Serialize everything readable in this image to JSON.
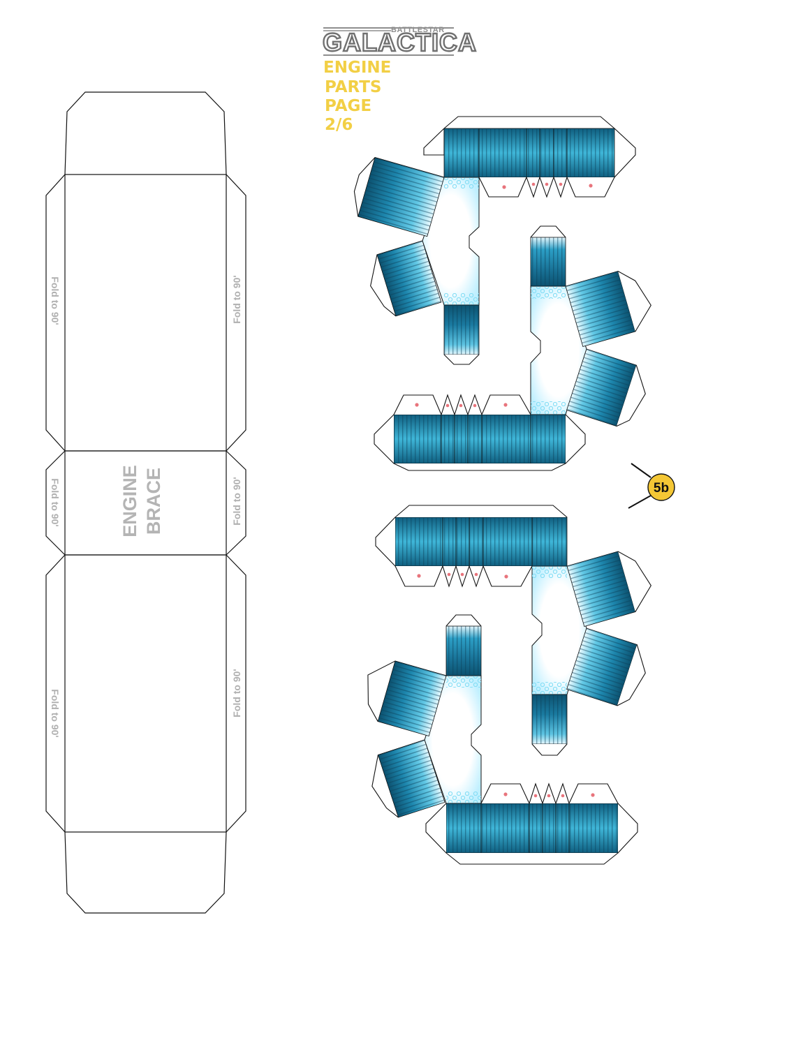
{
  "logo": {
    "top": "BATTLESTAR",
    "main": "GALACTICA"
  },
  "title": {
    "line1": "ENGINE",
    "line2": "PARTS",
    "line3": "PAGE",
    "line4": "2/6"
  },
  "brace": {
    "label_line1": "ENGINE",
    "label_line2": "BRACE",
    "fold_text": "Fold to 90'"
  },
  "badge": {
    "label": "5b",
    "color": "#f4c735"
  },
  "colors": {
    "panel_dark": "#0f5f80",
    "panel_mid": "#2ea8cc",
    "panel_light": "#e9fbff",
    "glue_dot": "#e8747c",
    "title": "#f2cf45",
    "fold_text": "#b0b0b0"
  }
}
